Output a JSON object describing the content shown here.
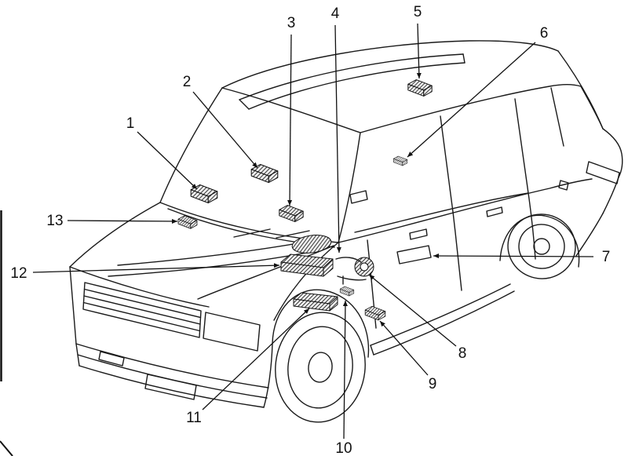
{
  "figure": {
    "background_color": "#ffffff",
    "line_color": "#1a1a1a",
    "callouts": [
      {
        "label": "1"
      },
      {
        "label": "2"
      },
      {
        "label": "3"
      },
      {
        "label": "4"
      },
      {
        "label": "5"
      },
      {
        "label": "6"
      },
      {
        "label": "7"
      },
      {
        "label": "8"
      },
      {
        "label": "9"
      },
      {
        "label": "10"
      },
      {
        "label": "11"
      },
      {
        "label": "12"
      },
      {
        "label": "13"
      }
    ]
  }
}
